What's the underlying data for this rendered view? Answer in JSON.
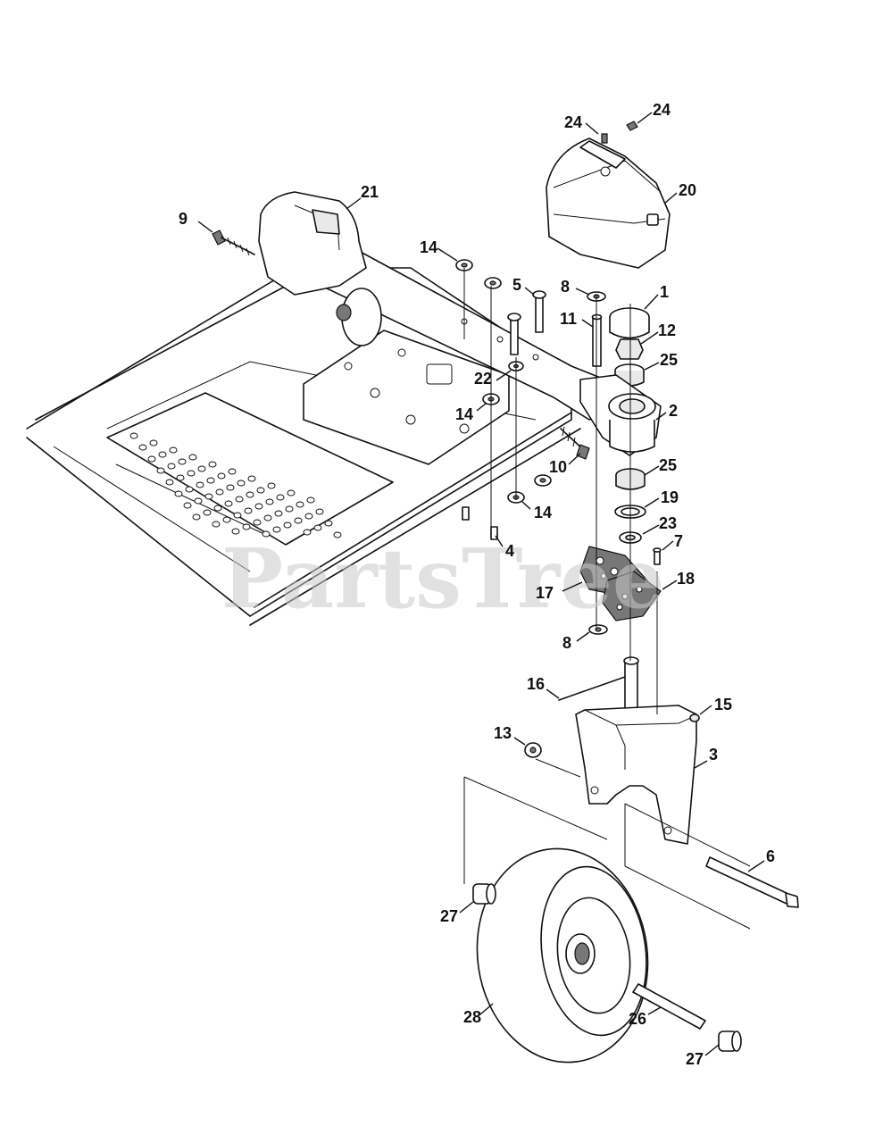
{
  "watermark": "PartsTree",
  "callouts": [
    "1",
    "2",
    "3",
    "4",
    "5",
    "6",
    "7",
    "8",
    "9",
    "10",
    "11",
    "12",
    "13",
    "14",
    "15",
    "16",
    "17",
    "18",
    "19",
    "20",
    "21",
    "22",
    "23",
    "24",
    "25",
    "26",
    "27",
    "28"
  ],
  "labels": {
    "c1": "1",
    "c2": "2",
    "c3": "3",
    "c4": "4",
    "c5": "5",
    "c6": "6",
    "c7": "7",
    "c8a": "8",
    "c8b": "8",
    "c9": "9",
    "c10": "10",
    "c11": "11",
    "c12": "12",
    "c13": "13",
    "c14a": "14",
    "c14b": "14",
    "c14c": "14",
    "c15": "15",
    "c16": "16",
    "c17": "17",
    "c18": "18",
    "c19": "19",
    "c20": "20",
    "c21": "21",
    "c22": "22",
    "c23": "23",
    "c24a": "24",
    "c24b": "24",
    "c25a": "25",
    "c25b": "25",
    "c26": "26",
    "c27a": "27",
    "c27b": "27",
    "c28": "28"
  }
}
